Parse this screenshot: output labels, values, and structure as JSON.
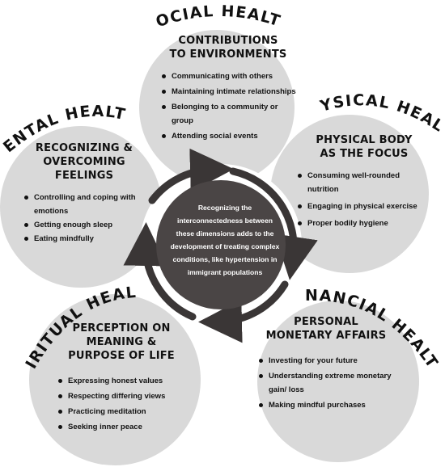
{
  "center": {
    "text": "Recognizing the interconnectedness between these dimensions adds to the development of treating complex conditions, like hypertension in immigrant populations"
  },
  "colors": {
    "petal": "#d9d9d9",
    "center_fill": "#4a4545",
    "arrow": "#3a3636",
    "text": "#111111"
  },
  "dimensions": {
    "social": {
      "label": "SOCIAL HEALTH",
      "title_line1": "CONTRIBUTIONS",
      "title_line2": "TO ENVIRONMENTS",
      "items": [
        "Communicating with others",
        "Maintaining intimate relationships",
        "Belonging to a community or group",
        "Attending social events"
      ]
    },
    "physical": {
      "label": "PHYSICAL HEALTH",
      "title_line1": "PHYSICAL BODY",
      "title_line2": "AS THE FOCUS",
      "items": [
        "Consuming well-rounded nutrition",
        "Engaging in physical exercise",
        "Proper bodily hygiene"
      ]
    },
    "financial": {
      "label": "FINANCIAL HEALTH",
      "title_line1": "PERSONAL",
      "title_line2": "MONETARY AFFAIRS",
      "items": [
        "Investing for your future",
        "Understanding extreme monetary gain/ loss",
        "Making mindful purchases"
      ]
    },
    "spiritual": {
      "label": "SPIRITUAL HEALTH",
      "title_line1": "PERCEPTION ON",
      "title_line2": "MEANING &",
      "title_line3": "PURPOSE OF LIFE",
      "items": [
        "Expressing honest values",
        "Respecting differing views",
        "Practicing meditation",
        "Seeking inner peace"
      ]
    },
    "mental": {
      "label": "MENTAL HEALTH",
      "title_line1": "RECOGNIZING &",
      "title_line2": "OVERCOMING",
      "title_line3": "FEELINGS",
      "items": [
        "Controlling and coping with emotions",
        "Getting enough sleep",
        "Eating mindfully"
      ]
    }
  }
}
